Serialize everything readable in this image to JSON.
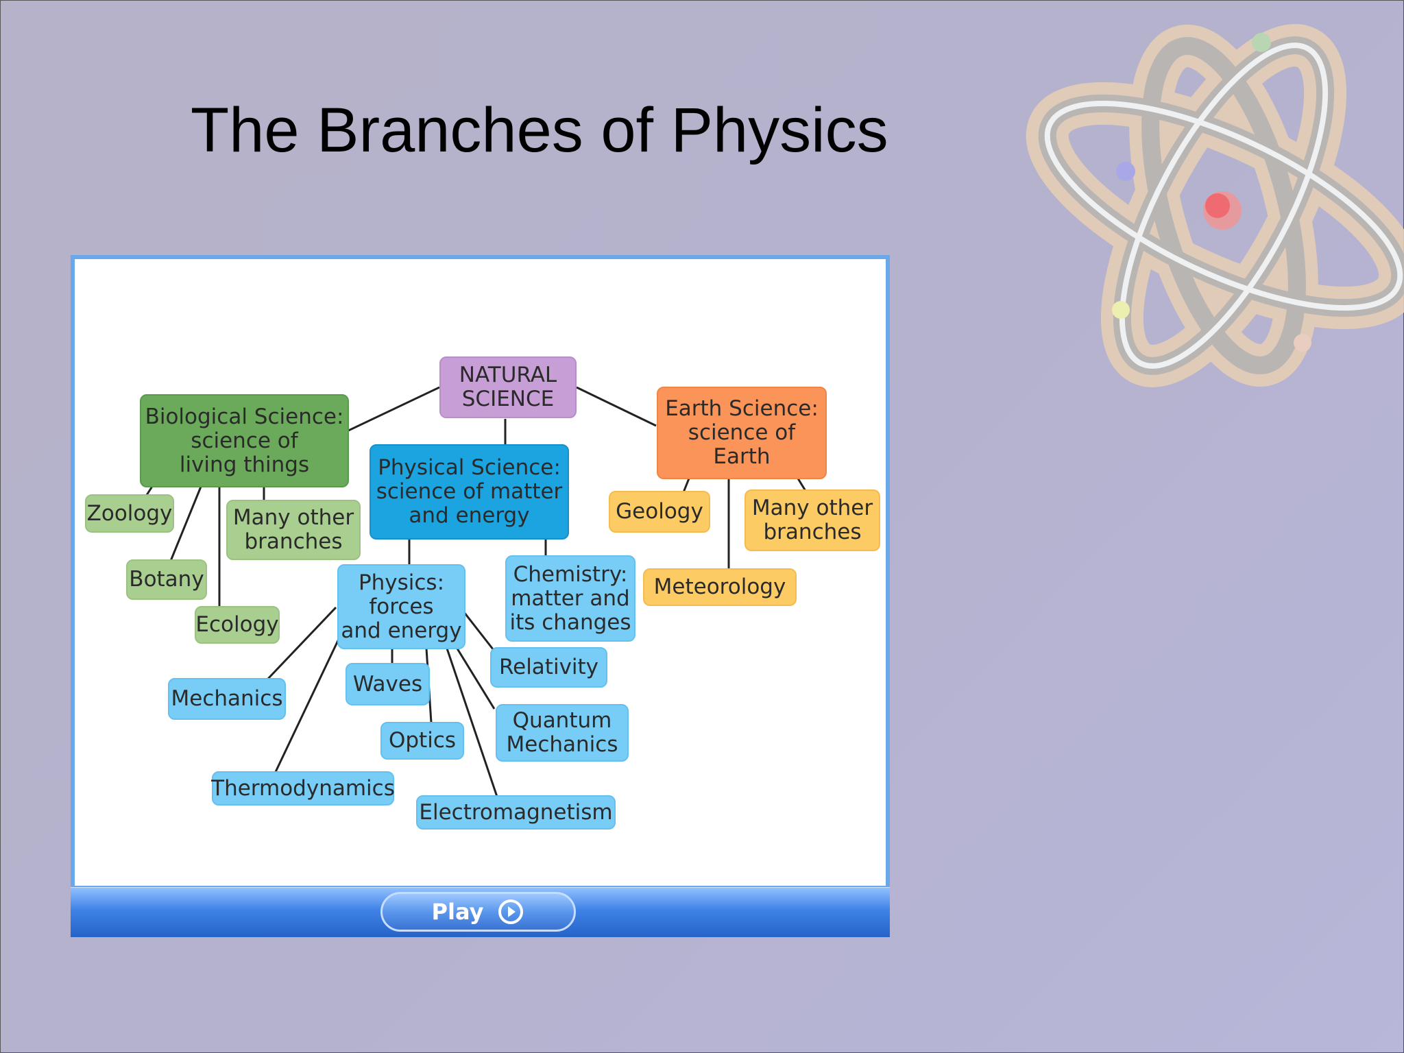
{
  "slide": {
    "title": "The Branches of Physics"
  },
  "diagram": {
    "nodes": {
      "natural_science": "NATURAL\nSCIENCE",
      "biological_science": "Biological Science:\nscience of\nliving things",
      "physical_science": "Physical Science:\nscience of matter\nand energy",
      "earth_science": "Earth Science:\nscience of\nEarth",
      "zoology": "Zoology",
      "botany": "Botany",
      "ecology": "Ecology",
      "bio_other": "Many other\nbranches",
      "physics": "Physics:\nforces\nand energy",
      "chemistry": "Chemistry:\nmatter and\nits changes",
      "geology": "Geology",
      "meteorology": "Meteorology",
      "earth_other": "Many other\nbranches",
      "mechanics": "Mechanics",
      "thermodynamics": "Thermodynamics",
      "waves": "Waves",
      "optics": "Optics",
      "electromagnetism": "Electromagnetism",
      "quantum_mechanics": "Quantum\nMechanics",
      "relativity": "Relativity"
    },
    "colors": {
      "biology": "#6aaa5a",
      "biology_branch": "#a8cf90",
      "natural": "#c89ed6",
      "earth": "#fb9458",
      "earth_branch": "#fdcb64",
      "physical": "#1ca4e0",
      "physics_branch": "#78cdf7"
    }
  },
  "player": {
    "play_label": "Play",
    "play_icon": "play-circle-icon"
  }
}
